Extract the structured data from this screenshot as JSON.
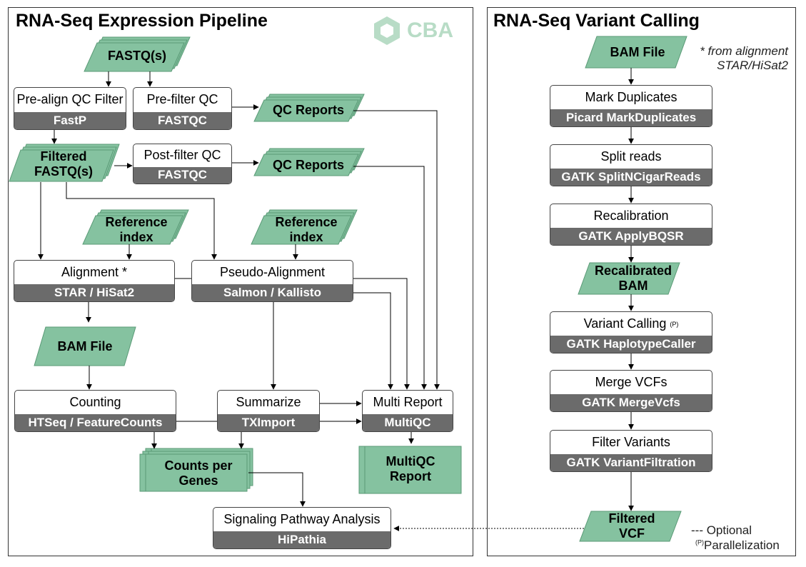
{
  "left_panel": {
    "title": "RNA-Seq Expression Pipeline",
    "logo": {
      "text": "CBA",
      "icon": "hexagon-icon",
      "color": "#b8dcc6"
    },
    "data_nodes": {
      "fastq": "FASTQ(s)",
      "qc_reports_1": "QC Reports",
      "filtered_fastq": "Filtered\nFASTQ(s)",
      "qc_reports_2": "QC Reports",
      "ref_index_1": "Reference\nindex",
      "ref_index_2": "Reference\nindex",
      "bam_file": "BAM File",
      "counts_per_genes": "Counts per\nGenes",
      "multiqc_report": "MultiQC\nReport"
    },
    "processes": {
      "prealign_qc": {
        "label": "Pre-align QC Filter",
        "tool": "FastP"
      },
      "prefilter_qc": {
        "label": "Pre-filter QC",
        "tool": "FASTQC"
      },
      "postfilter_qc": {
        "label": "Post-filter QC",
        "tool": "FASTQC"
      },
      "alignment": {
        "label": "Alignment *",
        "tool": "STAR / HiSat2"
      },
      "pseudo_alignment": {
        "label": "Pseudo-Alignment",
        "tool": "Salmon / Kallisto"
      },
      "counting": {
        "label": "Counting",
        "tool": "HTSeq / FeatureCounts"
      },
      "summarize": {
        "label": "Summarize",
        "tool": "TXImport"
      },
      "multi_report": {
        "label": "Multi Report",
        "tool": "MultiQC"
      },
      "signaling": {
        "label": "Signaling Pathway Analysis",
        "tool": "HiPathia"
      }
    }
  },
  "right_panel": {
    "title": "RNA-Seq Variant Calling",
    "note": "* from alignment\nSTAR/HiSat2",
    "data_nodes": {
      "bam_file": "BAM File",
      "recalibrated_bam": "Recalibrated\nBAM",
      "filtered_vcf": "Filtered\nVCF"
    },
    "processes": {
      "mark_duplicates": {
        "label": "Mark Duplicates",
        "tool": "Picard MarkDuplicates"
      },
      "split_reads": {
        "label": "Split reads",
        "tool": "GATK SplitNCigarReads"
      },
      "recalibration": {
        "label": "Recalibration",
        "tool": "GATK ApplyBQSR"
      },
      "variant_calling": {
        "label": "Variant Calling",
        "superscript": "(P)",
        "tool": "GATK HaplotypeCaller"
      },
      "merge_vcfs": {
        "label": "Merge VCFs",
        "tool": "GATK MergeVcfs"
      },
      "filter_variants": {
        "label": "Filter Variants",
        "tool": "GATK VariantFiltration"
      }
    }
  },
  "legend": {
    "optional": "--- Optional",
    "parallel_mark": "(P)",
    "parallel_text": "Parallelization"
  },
  "colors": {
    "data_fill": "#85c2a0",
    "data_stroke": "#5a9a76",
    "tool_bar": "#6b6b6b",
    "logo": "#b8dcc6"
  }
}
